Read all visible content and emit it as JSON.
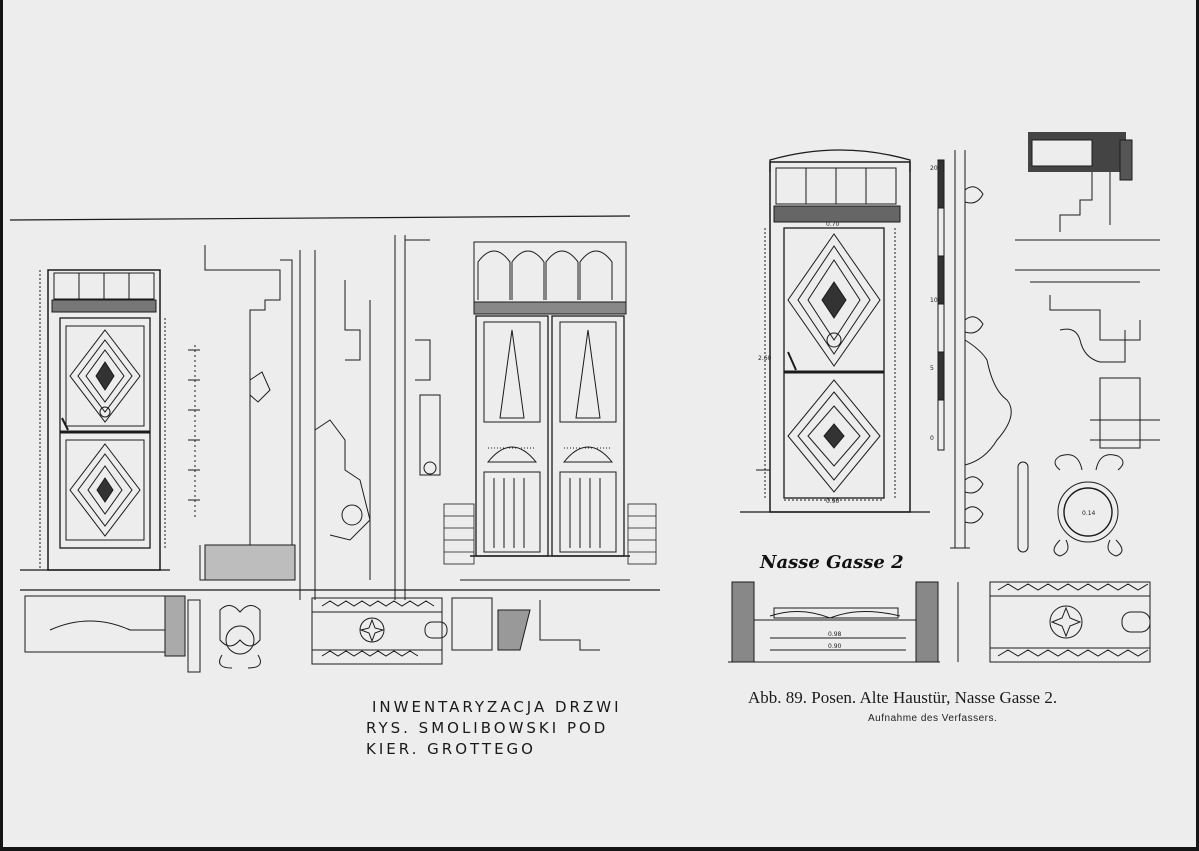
{
  "handwritten_note": {
    "line1": "INWENTARYZACJA DRZWI",
    "line2": "RYS. SMOLIBOWSKI POD",
    "line3": "KIER. GROTTEGO"
  },
  "caption": {
    "main": "Abb. 89.  Posen.  Alte Haustür, Nasse Gasse 2.",
    "sub": "Aufnahme des Verfassers."
  },
  "drawing_label": "Nasse Gasse 2",
  "dimensions": {
    "width_1": "0.70",
    "width_2": "0.90",
    "width_3": "0.98",
    "width_4": "0.90",
    "height_1": "2.60",
    "scale_0": "0",
    "scale_5": "5",
    "scale_10": "10",
    "scale_20": "20",
    "ornament_w": "0.14"
  }
}
